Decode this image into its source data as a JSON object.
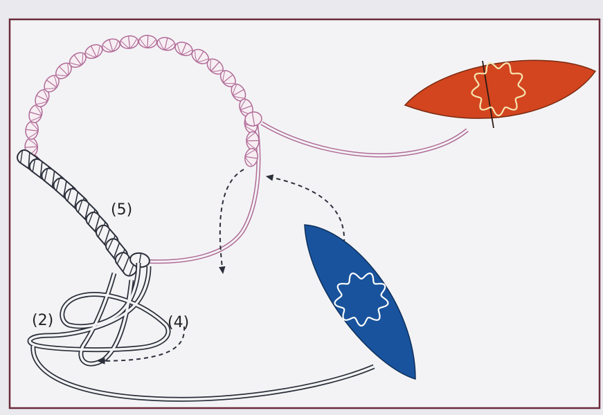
{
  "diagram": {
    "labels": {
      "step5": "(5)",
      "step2": "(2)",
      "step4": "(4)"
    },
    "colors": {
      "page": "#e9e9ee",
      "card": "#f4f4f5",
      "frame": "#6b2b3a",
      "pink_thread": "#b06a96",
      "dark_thread": "#2b2f3a",
      "shuttle_red": "#d2451f",
      "shuttle_blue": "#19539d",
      "bobbin_outline_red": "#f6e6b0",
      "bobbin_outline_blue": "#ffffff"
    },
    "icons": [
      "red-shuttle-icon",
      "blue-shuttle-icon"
    ]
  }
}
